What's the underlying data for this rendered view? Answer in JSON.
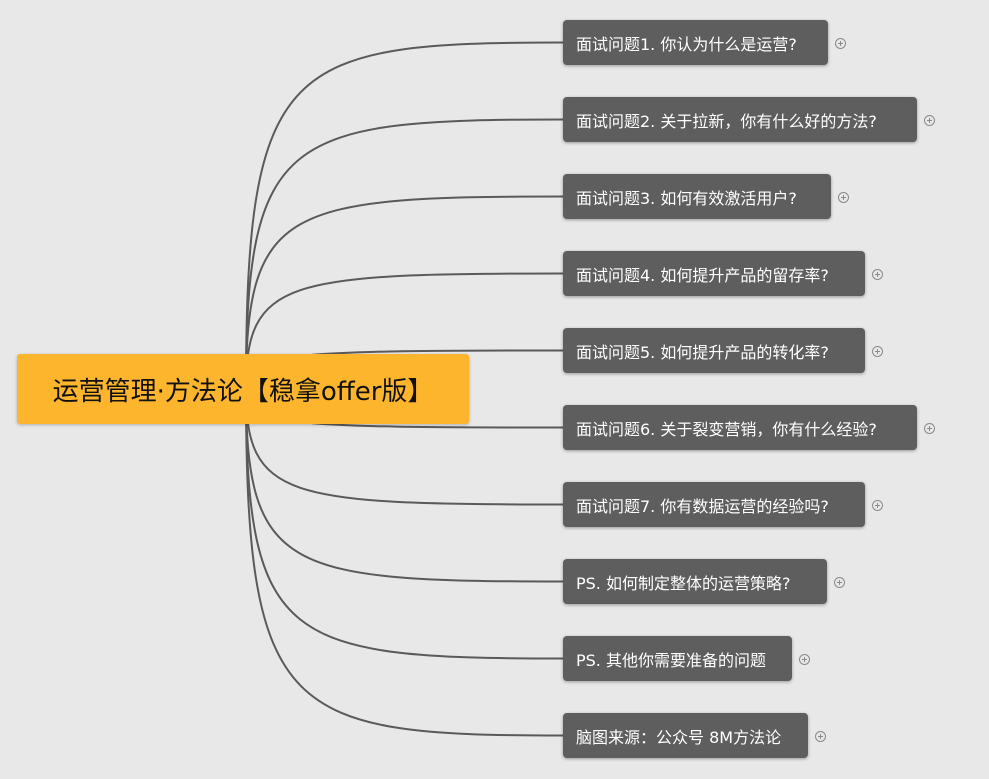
{
  "root": {
    "label": "运营管理·方法论【稳拿offer版】"
  },
  "colors": {
    "root_fill": "#fcb52c",
    "topic_fill": "#5e5e5e",
    "line": "#5a5a5a",
    "background": "#e8e8e8"
  },
  "topics": [
    {
      "label": "面试问题1. 你认为什么是运营?"
    },
    {
      "label": "面试问题2. 关于拉新，你有什么好的方法?"
    },
    {
      "label": "面试问题3. 如何有效激活用户?"
    },
    {
      "label": "面试问题4. 如何提升产品的留存率?"
    },
    {
      "label": "面试问题5. 如何提升产品的转化率?"
    },
    {
      "label": "面试问题6. 关于裂变营销，你有什么经验?"
    },
    {
      "label": "面试问题7. 你有数据运营的经验吗?"
    },
    {
      "label": "PS. 如何制定整体的运营策略?"
    },
    {
      "label": "PS. 其他你需要准备的问题"
    },
    {
      "label": "脑图来源：公众号 8M方法论"
    }
  ]
}
